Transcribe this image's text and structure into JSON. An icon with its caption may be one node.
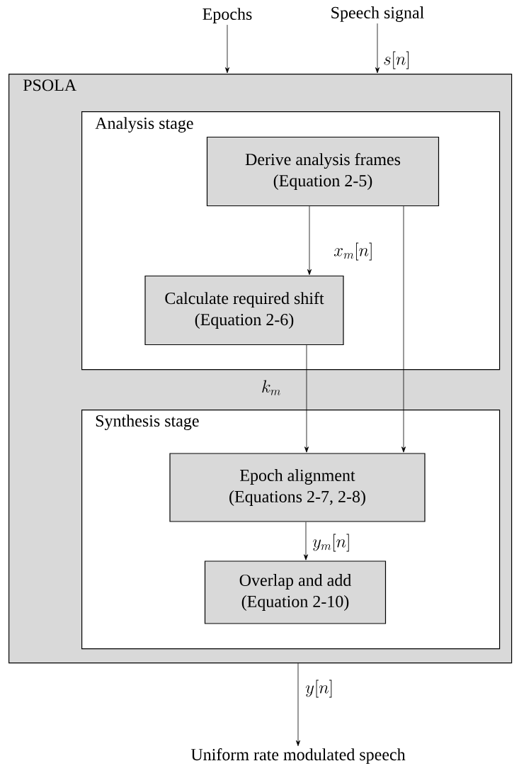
{
  "diagram": {
    "nodes": [
      {
        "text": [
          "PSOLA"
        ]
      },
      {
        "text": [
          "Analysis stage"
        ],
        "in": 0
      },
      {
        "text": [
          "Derive analysis frames",
          "(Equation 2-5)"
        ],
        "in": 1
      },
      {
        "text": [
          "Calculate required shift",
          "(Equation 2-6)"
        ],
        "in": 1
      },
      {
        "text": [
          "Synthesis stage"
        ],
        "in": 0
      },
      {
        "text": [
          "Epoch alignment",
          "(Equations 2-7, 2-8)"
        ],
        "in": 4
      },
      {
        "text": [
          "Overlap and add",
          "(Equation 2-10)"
        ],
        "in": 4
      },
      {
        "text": [
          "Epochs"
        ]
      },
      {
        "text": [
          "Speech signal"
        ]
      },
      {
        "text": [
          "Uniform rate modulated speech"
        ]
      }
    ],
    "edges": [
      {
        "from": 7,
        "to": 0,
        "arrow": "to"
      },
      {
        "from": 8,
        "to": 0,
        "arrow": "to",
        "label": "s[n]"
      },
      {
        "from": 2,
        "to": 3,
        "arrow": "to",
        "label": "x_m[n]"
      },
      {
        "from": 3,
        "to": 5,
        "arrow": "to",
        "label": "k_m"
      },
      {
        "from": 2,
        "to": 5,
        "arrow": "to"
      },
      {
        "from": 5,
        "to": 6,
        "arrow": "to",
        "label": "y_m[n]"
      },
      {
        "from": 0,
        "to": 9,
        "arrow": "to",
        "label": "y[n]"
      }
    ]
  }
}
